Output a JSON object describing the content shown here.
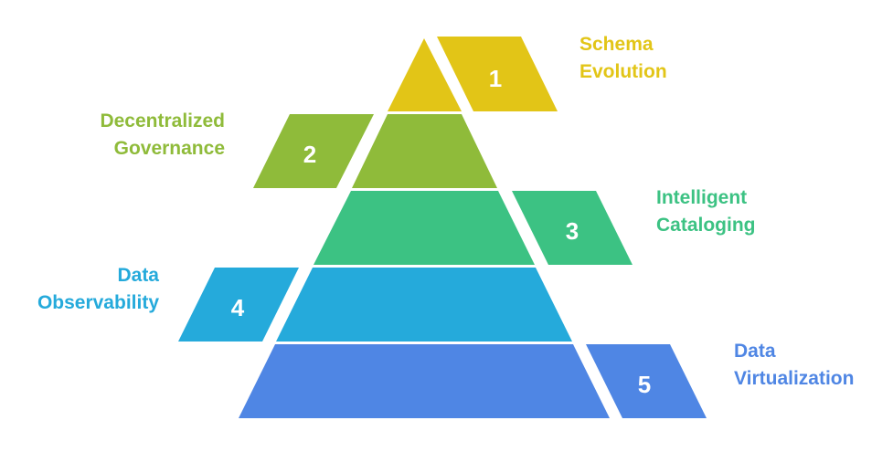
{
  "diagram": {
    "type": "pyramid",
    "levels": [
      {
        "number": "1",
        "title_line1": "Schema",
        "title_line2": "Evolution",
        "color": "#E2C517"
      },
      {
        "number": "2",
        "title_line1": "Decentralized",
        "title_line2": "Governance",
        "color": "#8FBB3A"
      },
      {
        "number": "3",
        "title_line1": "Intelligent",
        "title_line2": "Cataloging",
        "color": "#3CC283"
      },
      {
        "number": "4",
        "title_line1": "Data",
        "title_line2": "Observability",
        "color": "#25AADB"
      },
      {
        "number": "5",
        "title_line1": "Data",
        "title_line2": "Virtualization",
        "color": "#4F86E4"
      }
    ]
  }
}
